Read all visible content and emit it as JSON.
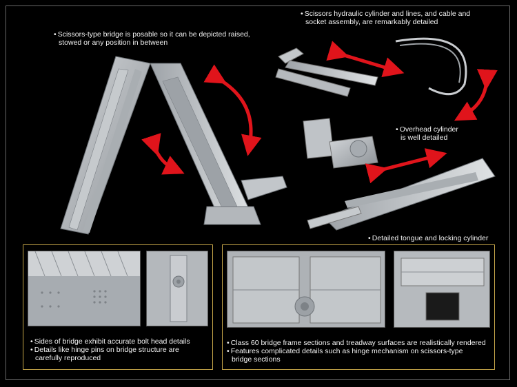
{
  "captions": {
    "bridge_pose": [
      "Scissors-type bridge is posable so it can be depicted raised,",
      "stowed or any position in between"
    ],
    "hydraulic": [
      "Scissors hydraulic cylinder and lines, and cable and",
      "socket assembly, are remarkably detailed"
    ],
    "overhead": [
      "Overhead cylinder",
      "is well detailed"
    ],
    "tongue": [
      "Detailed tongue and locking cylinder"
    ],
    "bolt_details": [
      "Sides of bridge exhibit accurate bolt head details"
    ],
    "hinge_pins": [
      "Details like hinge pins on bridge structure are",
      "carefully reproduced"
    ],
    "frame_sections": [
      "Class 60 bridge frame sections and treadway surfaces are realistically rendered"
    ],
    "hinge_mechanism": [
      "Features complicated details such as hinge mechanism on scissors-type",
      "bridge sections"
    ]
  },
  "colors": {
    "arrow": "#e0141b",
    "panel_border": "#c9a94a",
    "model_grey": "#b9bdc1",
    "background": "#000000"
  }
}
